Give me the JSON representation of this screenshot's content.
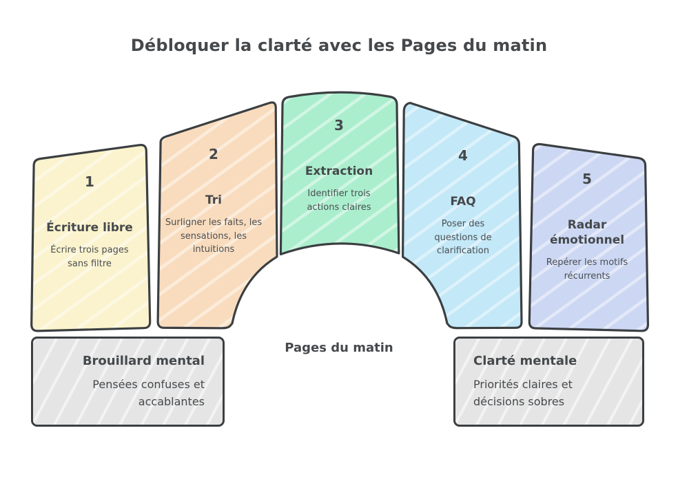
{
  "title": "Débloquer la clarté avec les Pages du matin",
  "arch": {
    "label": "Pages du matin",
    "steps": [
      {
        "number": "1",
        "heading": "Écriture libre",
        "description": "Écrire trois pages sans filtre",
        "color": "#FBF3CD"
      },
      {
        "number": "2",
        "heading": "Tri",
        "description": "Surligner les faits, les sensations, les intuitions",
        "color": "#F9DCBE"
      },
      {
        "number": "3",
        "heading": "Extraction",
        "description": "Identifier trois actions claires",
        "color": "#ABEECD"
      },
      {
        "number": "4",
        "heading": "FAQ",
        "description": "Poser des questions de clarification",
        "color": "#C3E8F7"
      },
      {
        "number": "5",
        "heading": "Radar émotionnel",
        "description": "Repérer les motifs récurrents",
        "color": "#CCD7F3"
      }
    ]
  },
  "states": {
    "before": {
      "heading": "Brouillard mental",
      "description": "Pensées confuses et accablantes"
    },
    "after": {
      "heading": "Clarté mentale",
      "description": "Priorités claires et décisions sobres"
    }
  },
  "colors": {
    "background": "#FFFFFF",
    "outline": "#3B3F42",
    "text": "#45494C",
    "state_box_fill": "#E5E5E5"
  }
}
